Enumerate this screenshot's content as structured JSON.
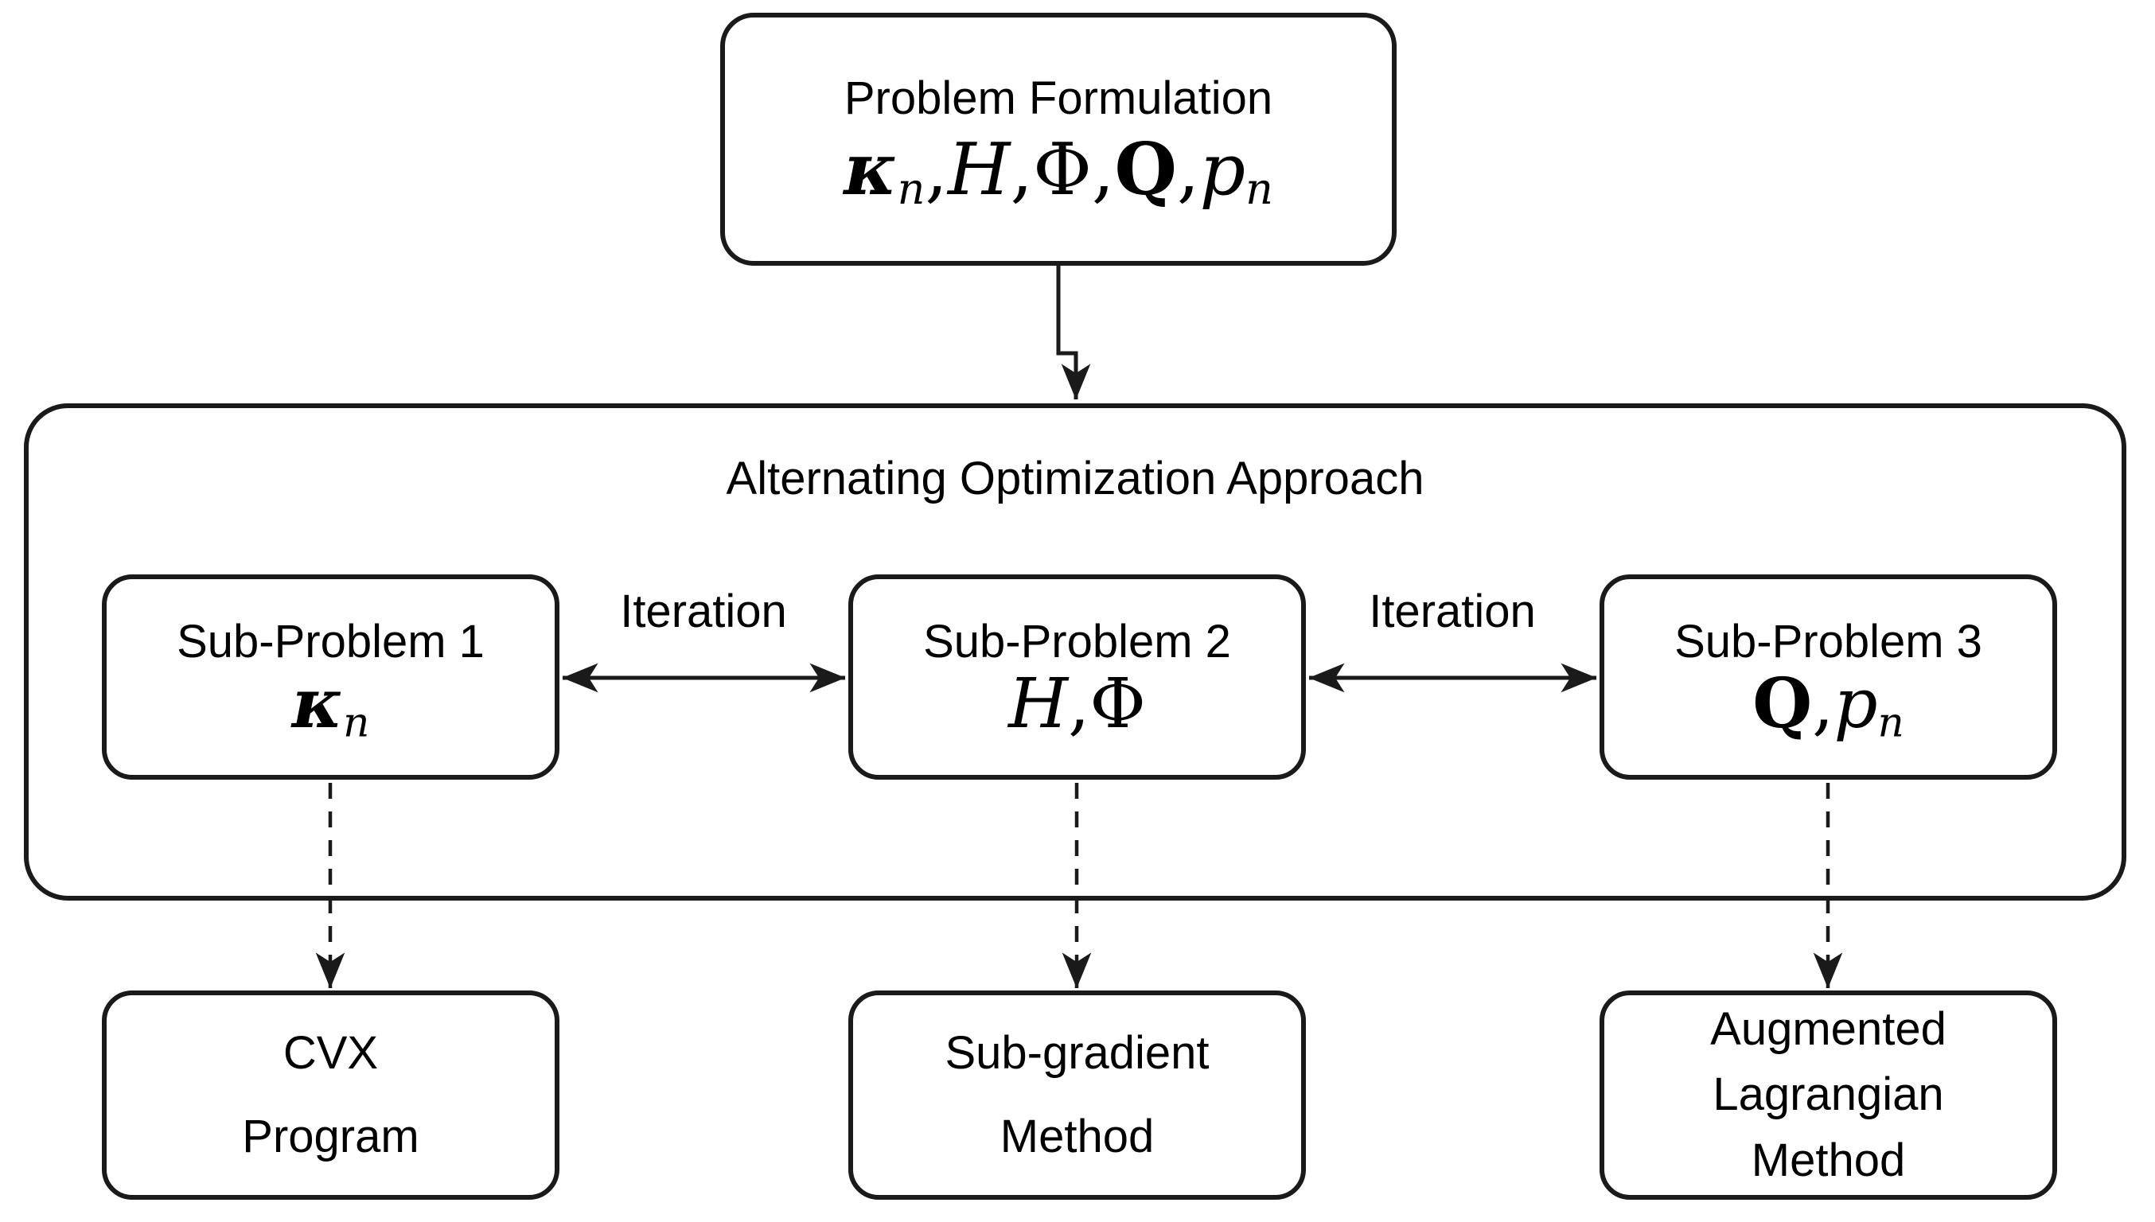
{
  "colors": {
    "background": "#ffffff",
    "stroke": "#1a1a1a",
    "text": "#000000"
  },
  "top_box": {
    "title": "Problem Formulation",
    "math": [
      {
        "t": "κ",
        "s": "bi"
      },
      {
        "t": "n",
        "s": "i",
        "sub": true
      },
      {
        "t": ",",
        "s": "r"
      },
      {
        "t": "H",
        "s": "i"
      },
      {
        "t": ",",
        "s": "r"
      },
      {
        "t": "Φ",
        "s": "r"
      },
      {
        "t": ",",
        "s": "r"
      },
      {
        "t": "Q",
        "s": "b"
      },
      {
        "t": ",",
        "s": "r"
      },
      {
        "t": "p",
        "s": "i"
      },
      {
        "t": "n",
        "s": "i",
        "sub": true
      }
    ]
  },
  "container": {
    "title": "Alternating Optimization Approach"
  },
  "iteration_labels": {
    "left": "Iteration",
    "right": "Iteration"
  },
  "sub_problems": [
    {
      "title": "Sub-Problem 1",
      "math": [
        {
          "t": "κ",
          "s": "bi"
        },
        {
          "t": "n",
          "s": "i",
          "sub": true
        }
      ]
    },
    {
      "title": "Sub-Problem 2",
      "math": [
        {
          "t": "H",
          "s": "i"
        },
        {
          "t": ",",
          "s": "r"
        },
        {
          "t": "Φ",
          "s": "r"
        }
      ]
    },
    {
      "title": "Sub-Problem 3",
      "math": [
        {
          "t": "Q",
          "s": "b"
        },
        {
          "t": ",",
          "s": "r"
        },
        {
          "t": "p",
          "s": "i"
        },
        {
          "t": "n",
          "s": "i",
          "sub": true
        }
      ]
    }
  ],
  "methods": [
    {
      "lines": [
        "CVX",
        "Program"
      ]
    },
    {
      "lines": [
        "Sub-gradient",
        "Method"
      ]
    },
    {
      "lines": [
        "Augmented",
        "Lagrangian",
        "Method"
      ]
    }
  ]
}
